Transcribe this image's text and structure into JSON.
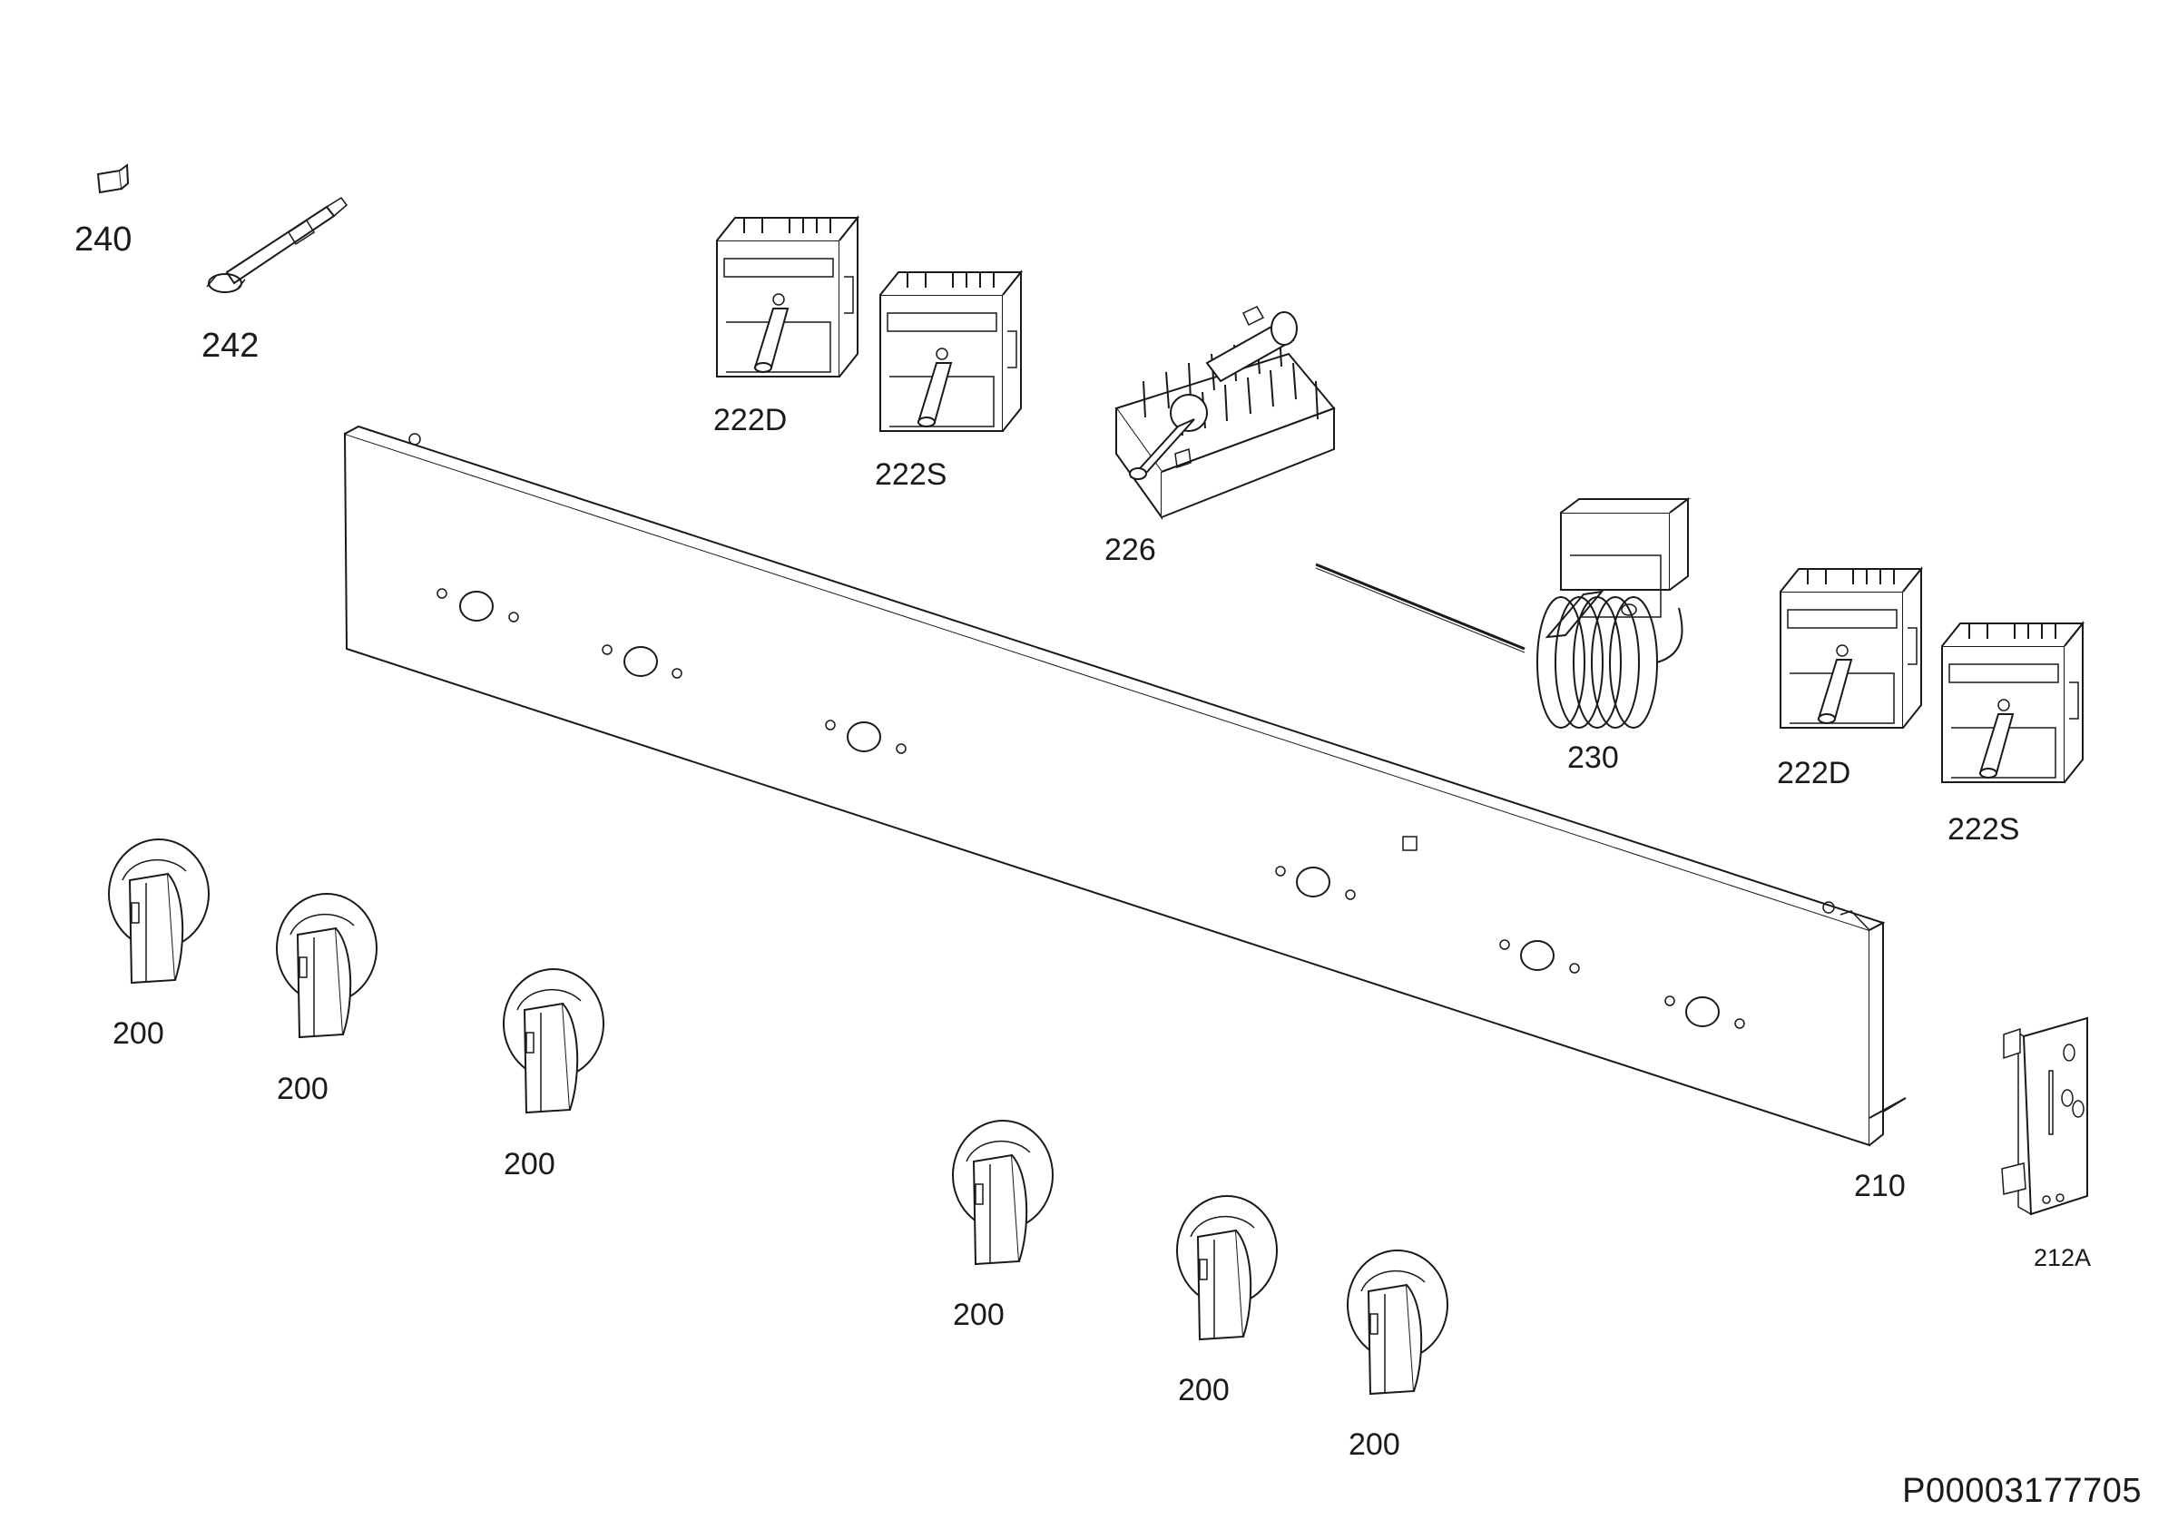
{
  "labels": {
    "p240": "240",
    "p242": "242",
    "p222d_a": "222D",
    "p222s_a": "222S",
    "p226": "226",
    "p230": "230",
    "p222d_b": "222D",
    "p222s_b": "222S",
    "p210": "210",
    "p212a": "212A",
    "knob1": "200",
    "knob2": "200",
    "knob3": "200",
    "knob4": "200",
    "knob5": "200",
    "knob6": "200"
  },
  "document_id": "P00003177705",
  "colors": {
    "line": "#1a1a1a",
    "background": "#ffffff"
  }
}
